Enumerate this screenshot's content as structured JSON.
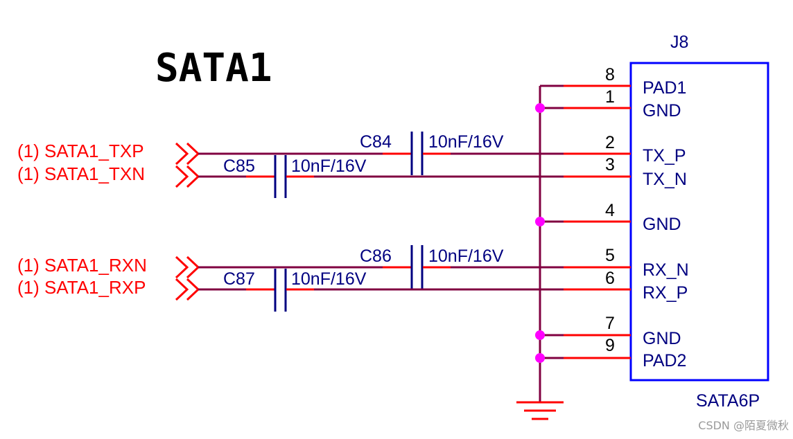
{
  "title": "SATA1",
  "colors": {
    "signal_text": "#ff0000",
    "component_text": "#000080",
    "wire": "#800040",
    "pin_line": "#ff0000",
    "junction": "#ff00ff",
    "connector_border": "#0000ff",
    "pin_number": "#000000"
  },
  "connector": {
    "ref": "J8",
    "part": "SATA6P",
    "pins": [
      {
        "number": "8",
        "name": "PAD1"
      },
      {
        "number": "1",
        "name": "GND"
      },
      {
        "number": "2",
        "name": "TX_P"
      },
      {
        "number": "3",
        "name": "TX_N"
      },
      {
        "number": "4",
        "name": "GND"
      },
      {
        "number": "5",
        "name": "RX_N"
      },
      {
        "number": "6",
        "name": "RX_P"
      },
      {
        "number": "7",
        "name": "GND"
      },
      {
        "number": "9",
        "name": "PAD2"
      }
    ]
  },
  "signals": [
    {
      "label": "(1)  SATA1_TXP"
    },
    {
      "label": "(1)  SATA1_TXN"
    },
    {
      "label": "(1)  SATA1_RXN"
    },
    {
      "label": "(1)  SATA1_RXP"
    }
  ],
  "capacitors": [
    {
      "ref": "C84",
      "value": "10nF/16V"
    },
    {
      "ref": "C85",
      "value": "10nF/16V"
    },
    {
      "ref": "C86",
      "value": "10nF/16V"
    },
    {
      "ref": "C87",
      "value": "10nF/16V"
    }
  ],
  "watermark": "CSDN @陌夏微秋",
  "icons": {
    "ground": "ground-icon",
    "off_page_connector": "offpage-connector-icon",
    "capacitor": "capacitor-icon",
    "junction": "junction-dot-icon"
  }
}
